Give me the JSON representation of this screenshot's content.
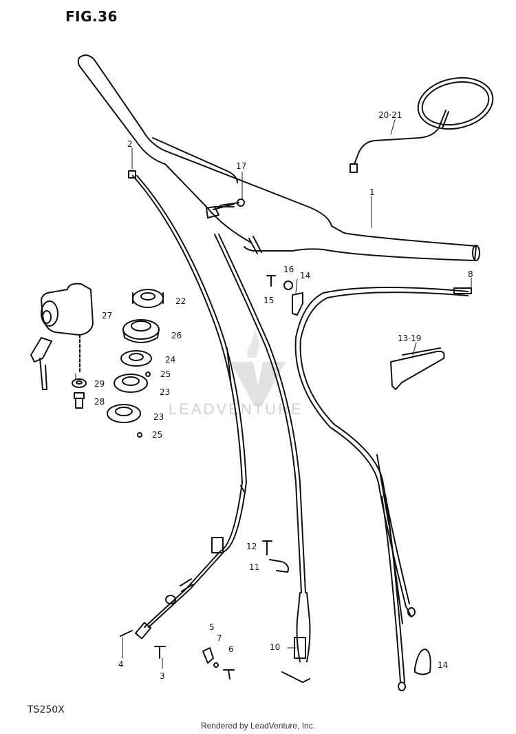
{
  "figure": {
    "title": "FIG.36",
    "model": "TS250X"
  },
  "watermark": {
    "text": "LEADVENTURE"
  },
  "footer": {
    "credit": "Rendered by LeadVenture, Inc."
  },
  "callouts": {
    "c1": "1",
    "c2": "2",
    "c3": "3",
    "c4": "4",
    "c5": "5",
    "c6": "6",
    "c7": "7",
    "c8": "8",
    "c10": "10",
    "c11": "11",
    "c12": "12",
    "c13_19": "13·19",
    "c14": "14",
    "c14b": "14",
    "c15": "15",
    "c16": "16",
    "c17": "17",
    "c20_21": "20·21",
    "c22": "22",
    "c23a": "23",
    "c23b": "23",
    "c24": "24",
    "c25a": "25",
    "c25b": "25",
    "c26": "26",
    "c27": "27",
    "c28": "28",
    "c29": "29"
  },
  "colors": {
    "ink": "#111111",
    "watermark": "#d2d2d2",
    "background": "#ffffff"
  }
}
